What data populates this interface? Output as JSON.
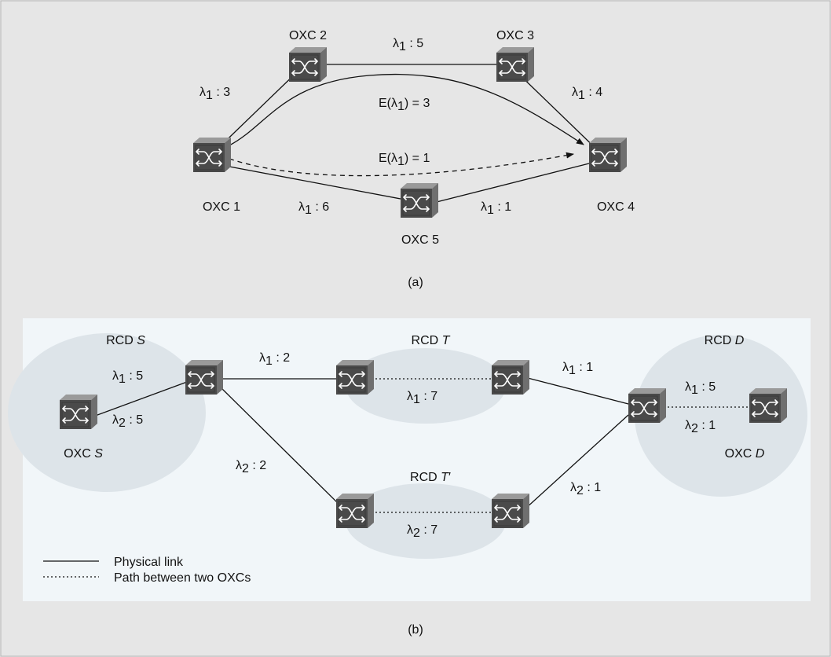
{
  "colors": {
    "page_background": "#e6e6e6",
    "panel_b_background": "#f1f6f9",
    "rcd_region": "#dde4e9",
    "switch_body": "#4a4a4a",
    "text": "#111111"
  },
  "icons": {
    "oxc_switch": "optical-cross-connect-switch-icon"
  },
  "panel_a": {
    "nodes": {
      "oxc1": "OXC 1",
      "oxc2": "OXC 2",
      "oxc3": "OXC 3",
      "oxc4": "OXC 4",
      "oxc5": "OXC 5"
    },
    "links": {
      "l12": {
        "lambda": "λ",
        "sub": "1",
        "value": " : 3"
      },
      "l23": {
        "lambda": "λ",
        "sub": "1",
        "value": " : 5"
      },
      "l34": {
        "lambda": "λ",
        "sub": "1",
        "value": " : 4"
      },
      "l15": {
        "lambda": "λ",
        "sub": "1",
        "value": " : 6"
      },
      "l54": {
        "lambda": "λ",
        "sub": "1",
        "value": " : 1"
      }
    },
    "paths": {
      "upper": {
        "prefix": "E(λ",
        "sub": "1",
        "suffix": ") = 3"
      },
      "lower": {
        "prefix": "E(λ",
        "sub": "1",
        "suffix": ") = 1"
      }
    },
    "caption": "(a)"
  },
  "panel_b": {
    "regions": {
      "s": {
        "prefix": "RCD ",
        "italic": "S",
        "suffix": ""
      },
      "t": {
        "prefix": "RCD ",
        "italic": "T",
        "suffix": ""
      },
      "tp": {
        "prefix": "RCD ",
        "italic": "T",
        "suffix": "′"
      },
      "d": {
        "prefix": "RCD ",
        "italic": "D",
        "suffix": ""
      }
    },
    "nodes": {
      "oxc_s": {
        "prefix": "OXC ",
        "italic": "S"
      },
      "oxc_d": {
        "prefix": "OXC ",
        "italic": "D"
      }
    },
    "links": {
      "s1": {
        "lambda": "λ",
        "sub": "1",
        "value": " : 5"
      },
      "s2": {
        "lambda": "λ",
        "sub": "2",
        "value": " : 5"
      },
      "top_left": {
        "lambda": "λ",
        "sub": "1",
        "value": " : 2"
      },
      "t_path": {
        "lambda": "λ",
        "sub": "1",
        "value": " : 7"
      },
      "top_right": {
        "lambda": "λ",
        "sub": "1",
        "value": " : 1"
      },
      "bottom_left": {
        "lambda": "λ",
        "sub": "2",
        "value": " : 2"
      },
      "tp_path": {
        "lambda": "λ",
        "sub": "2",
        "value": " : 7"
      },
      "bottom_right": {
        "lambda": "λ",
        "sub": "2",
        "value": " : 1"
      },
      "d1": {
        "lambda": "λ",
        "sub": "1",
        "value": " : 5"
      },
      "d2": {
        "lambda": "λ",
        "sub": "2",
        "value": " : 1"
      }
    },
    "legend": {
      "physical_link": "Physical link",
      "path_between": "Path between two OXCs"
    },
    "caption": "(b)"
  }
}
